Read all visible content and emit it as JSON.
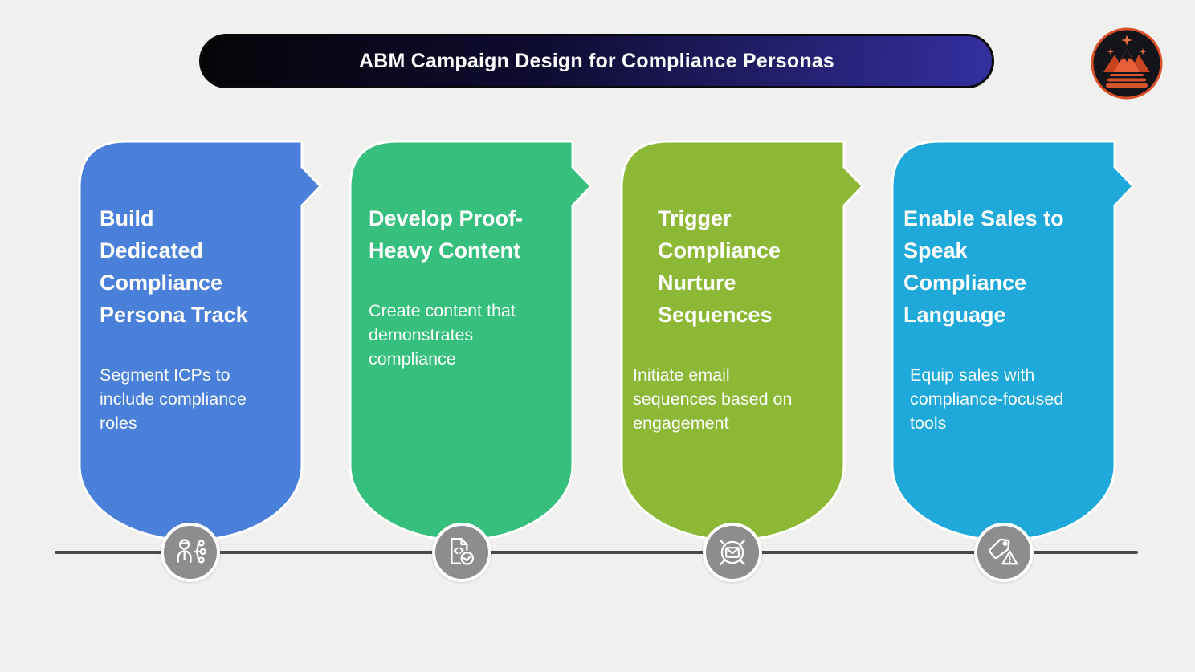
{
  "banner": {
    "title": "ABM Campaign Design for Compliance Personas",
    "bg_gradient_start": "#050507",
    "bg_gradient_end": "#34309f"
  },
  "logo": {
    "name": "crown-mountain-logo",
    "ring_color": "#d94f28",
    "bg_color": "#14151b",
    "accent_color": "#e05a31"
  },
  "timeline": {
    "line_color": "#4a4a4a",
    "node_color": "#8d8d8d"
  },
  "cards": [
    {
      "title": "Build\nDedicated\nCompliance\nPersona Track",
      "body": "Segment ICPs to\ninclude compliance\nroles",
      "color": "#4a80da",
      "icon": "persona-network-icon"
    },
    {
      "title": "Develop Proof-\nHeavy Content",
      "body": "Create content that\ndemonstrates\ncompliance",
      "color": "#36bf7d",
      "icon": "document-code-check-icon"
    },
    {
      "title": "Trigger\nCompliance\nNurture\nSequences",
      "body": "Initiate email\nsequences based on\nengagement",
      "color": "#8cb836",
      "icon": "email-automation-icon"
    },
    {
      "title": "Enable Sales to\nSpeak\nCompliance\nLanguage",
      "body": "Equip sales with\ncompliance-focused\ntools",
      "color": "#1fa8da",
      "icon": "tag-warning-icon"
    }
  ]
}
